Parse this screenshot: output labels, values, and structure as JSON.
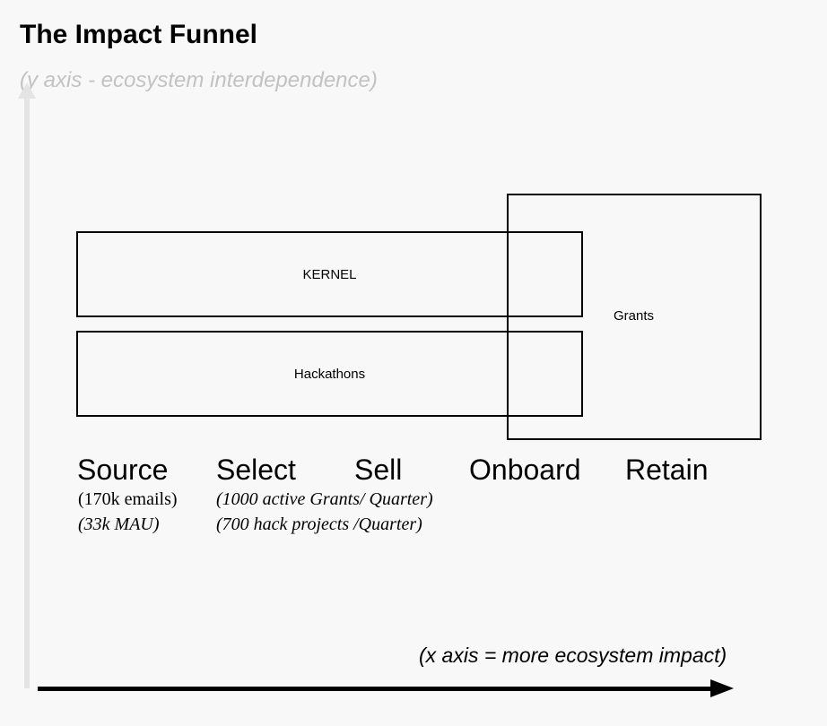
{
  "title": "The Impact Funnel",
  "y_axis_label": "(y axis - ecosystem interdependence)",
  "x_axis_label": "(x axis = more ecosystem impact)",
  "boxes": {
    "kernel": "KERNEL",
    "hackathons": "Hackathons",
    "grants": "Grants"
  },
  "stages": [
    "Source",
    "Select",
    "Sell",
    "Onboard",
    "Retain"
  ],
  "notes": {
    "source_emails": "(170k emails)",
    "source_mau": "(33k MAU)",
    "select_grants": "(1000 active Grants/ Quarter)",
    "select_hack": "(700 hack projects /Quarter)"
  },
  "colors": {
    "background": "#f8f8f8",
    "y_axis": "#e4e4e4",
    "y_label": "#c2c2c2",
    "x_axis": "#000000"
  }
}
